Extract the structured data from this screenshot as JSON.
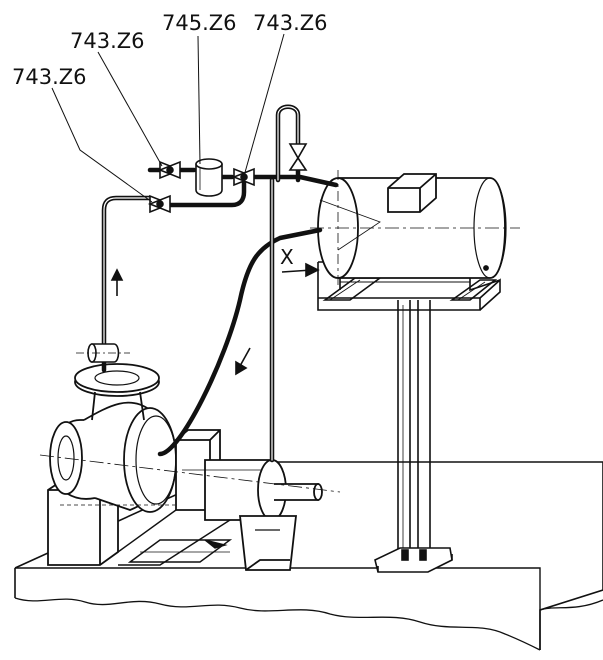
{
  "labels": {
    "valve_top_left": "743.Z6",
    "filter_top": "745.Z6",
    "valve_top_right": "743.Z6",
    "valve_lower_left": "743.Z6",
    "x_marker": "X"
  },
  "colors": {
    "line": "#111111",
    "background": "#ffffff"
  }
}
